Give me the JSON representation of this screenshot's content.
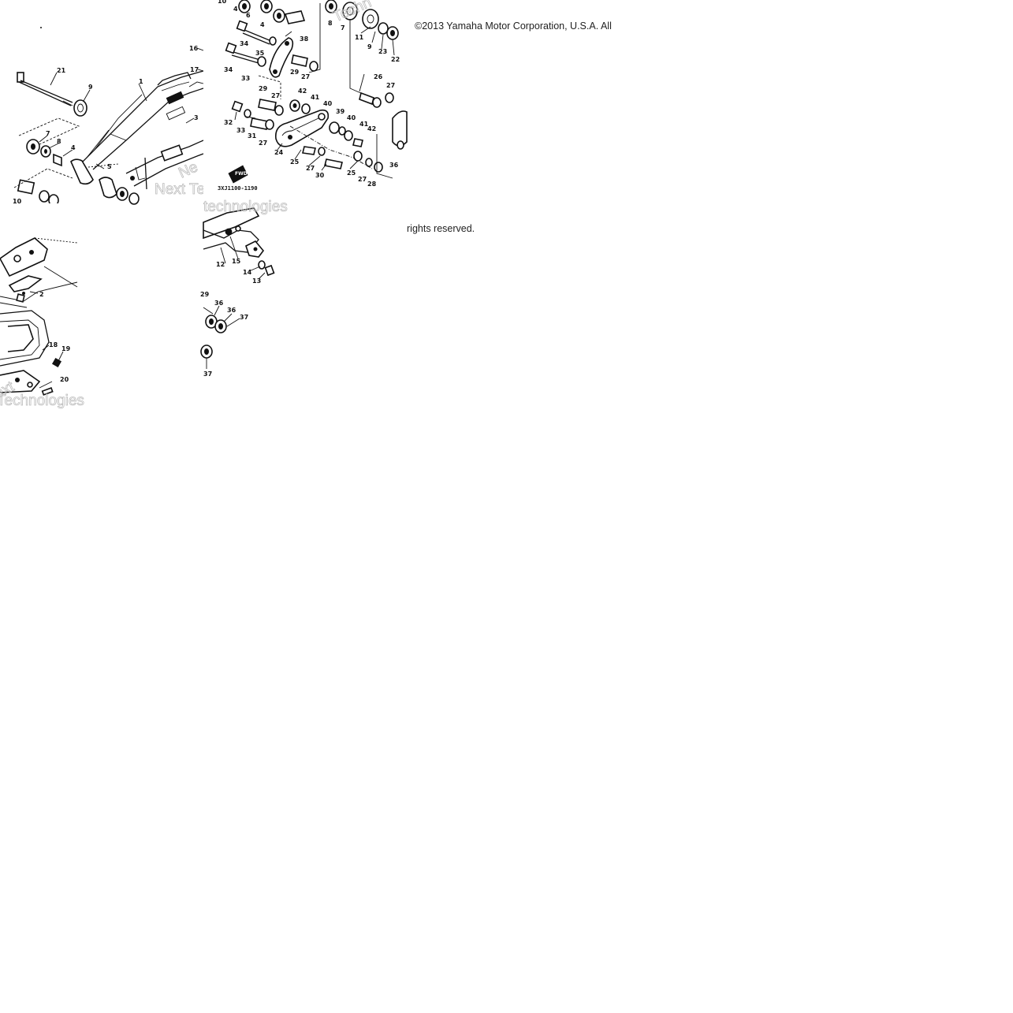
{
  "copyright": {
    "line1": "©2013 Yamaha Motor Corporation, U.S.A. All",
    "line2": "rights reserved."
  },
  "watermark": {
    "a": "Next Te",
    "b": "Technologies",
    "c": "technologies",
    "d": "Techn"
  },
  "part_code": "3XJ1100-1190",
  "fwd_label": "FWD",
  "callouts": {
    "a": [
      "21",
      "9",
      "1",
      "16",
      "17",
      "7",
      "8",
      "4",
      "5",
      "3",
      "10"
    ],
    "b": [
      "10",
      "6",
      "4",
      "4",
      "8",
      "7",
      "11",
      "9",
      "23",
      "22",
      "34",
      "38",
      "35",
      "29",
      "27",
      "34",
      "33",
      "26",
      "27",
      "29",
      "27",
      "42",
      "41",
      "40",
      "39",
      "40",
      "41",
      "42",
      "32",
      "33",
      "31",
      "27",
      "24",
      "25",
      "27",
      "30",
      "25",
      "27",
      "28",
      "36",
      "3XJ1100-1190"
    ],
    "c": [
      "2",
      "18",
      "19",
      "20"
    ],
    "d": [
      "12",
      "15",
      "14",
      "13",
      "29",
      "36",
      "36",
      "37",
      "37"
    ]
  }
}
